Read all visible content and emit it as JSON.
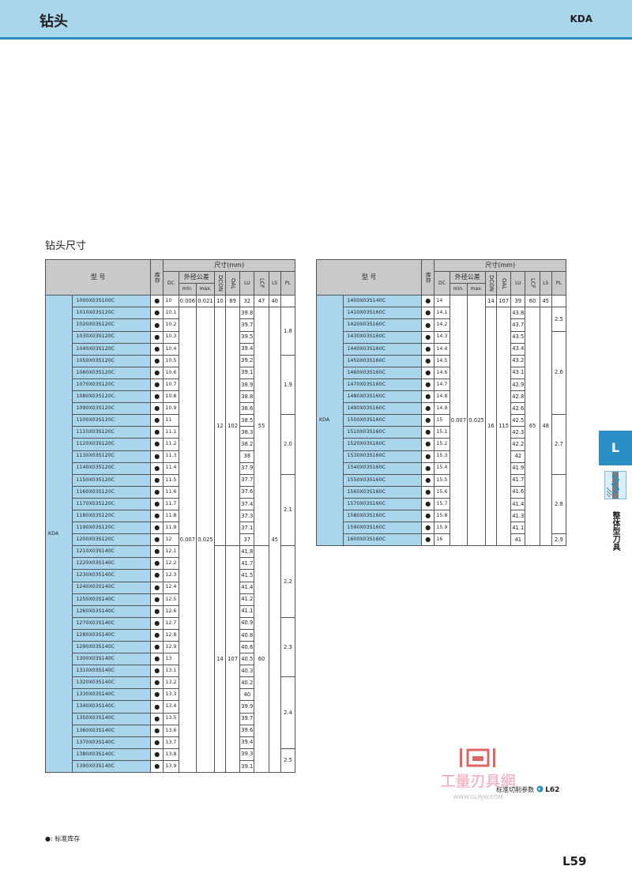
{
  "header": {
    "title": "钻头",
    "code": "KDA"
  },
  "section_title": "钻头尺寸",
  "table_headers": {
    "model": "型 号",
    "stock": "库存",
    "dims": "尺寸(mm)",
    "dc": "DC",
    "tol": "外径公差",
    "min": "min.",
    "max": "max.",
    "dcon": "DCON",
    "oal": "OAL",
    "lu": "LU",
    "lcf": "LCF",
    "ls": "LS",
    "pl": "PL"
  },
  "series": "KDA",
  "stock_mark": "●",
  "left": {
    "models": [
      "1000X03S100C",
      "1010X03S120C",
      "1020X03S120C",
      "1030X03S120C",
      "1040X03S120C",
      "1050X03S120C",
      "1060X03S120C",
      "1070X03S120C",
      "1080X03S120C",
      "1090X03S120C",
      "1100X03S120C",
      "1110X03S120C",
      "1120X03S120C",
      "1130X03S120C",
      "1140X03S120C",
      "1150X03S120C",
      "1160X03S120C",
      "1170X03S120C",
      "1180X03S120C",
      "1190X03S120C",
      "1200X03S120C",
      "1210X03S140C",
      "1220X03S140C",
      "1230X03S140C",
      "1240X03S140C",
      "1250X03S140C",
      "1260X03S140C",
      "1270X03S140C",
      "1280X03S140C",
      "1290X03S140C",
      "1300X03S140C",
      "1310X03S140C",
      "1320X03S140C",
      "1330X03S140C",
      "1340X03S140C",
      "1350X03S140C",
      "1360X03S140C",
      "1370X03S140C",
      "1380X03S140C",
      "1390X03S140C"
    ],
    "dc": [
      "10",
      "10.1",
      "10.2",
      "10.3",
      "10.4",
      "10.5",
      "10.6",
      "10.7",
      "10.8",
      "10.9",
      "11",
      "11.1",
      "11.2",
      "11.3",
      "11.4",
      "11.5",
      "11.6",
      "11.7",
      "11.8",
      "11.9",
      "12",
      "12.1",
      "12.2",
      "12.3",
      "12.4",
      "12.5",
      "12.6",
      "12.7",
      "12.8",
      "12.9",
      "13",
      "13.1",
      "13.2",
      "13.3",
      "13.4",
      "13.5",
      "13.6",
      "13.7",
      "13.8",
      "13.9"
    ],
    "lu": [
      "32",
      "39.8",
      "39.7",
      "39.5",
      "39.4",
      "39.2",
      "39.1",
      "38.9",
      "38.8",
      "38.6",
      "38.5",
      "38.3",
      "38.2",
      "38",
      "37.9",
      "37.7",
      "37.6",
      "37.4",
      "37.3",
      "37.1",
      "37",
      "41.8",
      "41.7",
      "41.5",
      "41.4",
      "41.2",
      "41.1",
      "40.9",
      "40.8",
      "40.6",
      "40.5",
      "40.3",
      "40.2",
      "40",
      "39.9",
      "39.7",
      "39.6",
      "39.4",
      "39.3",
      "39.1"
    ],
    "first": {
      "min": "0.006",
      "max": "0.021",
      "dcon": "10",
      "oal": "89",
      "lcf": "47",
      "ls": "40"
    },
    "tol_min": "0.007",
    "tol_max": "0.025",
    "dcon": [
      "12",
      "14"
    ],
    "oal": [
      "102",
      "107"
    ],
    "lcf": [
      "55",
      "60"
    ],
    "ls": "45",
    "pl": [
      "1.8",
      "1.9",
      "2.0",
      "2.1",
      "2.2",
      "2.3",
      "2.4",
      "2.5"
    ]
  },
  "right": {
    "models": [
      "1400X03S140C",
      "1410X03S160C",
      "1420X03S160C",
      "1430X03S160C",
      "1440X03S160C",
      "1450X03S160C",
      "1460X03S160C",
      "1470X03S160C",
      "1480X03S160C",
      "1490X03S160C",
      "1500X03S160C",
      "1510X03S160C",
      "1520X03S160C",
      "1530X03S160C",
      "1540X03S160C",
      "1550X03S160C",
      "1560X03S160C",
      "1570X03S160C",
      "1580X03S160C",
      "1590X03S160C",
      "1600X03S160C"
    ],
    "dc": [
      "14",
      "14.1",
      "14.2",
      "14.3",
      "14.4",
      "14.5",
      "14.6",
      "14.7",
      "14.8",
      "14.9",
      "15",
      "15.1",
      "15.2",
      "15.3",
      "15.4",
      "15.5",
      "15.6",
      "15.7",
      "15.8",
      "15.9",
      "16"
    ],
    "lu": [
      "39",
      "43.8",
      "43.7",
      "43.5",
      "43.4",
      "43.2",
      "43.1",
      "42.9",
      "42.8",
      "42.6",
      "42.5",
      "42.3",
      "42.2",
      "42",
      "41.9",
      "41.7",
      "41.6",
      "41.4",
      "41.3",
      "41.1",
      "41"
    ],
    "first": {
      "dcon": "14",
      "oal": "107",
      "lcf": "60",
      "ls": "45"
    },
    "tol_min": "0.007",
    "tol_max": "0.025",
    "dcon": "16",
    "oal": "115",
    "lcf": "65",
    "ls": "48",
    "pl": [
      "2.5",
      "2.6",
      "2.7",
      "2.8",
      "2.9"
    ]
  },
  "side": {
    "letter": "L",
    "label": "整体型刀具"
  },
  "watermark": {
    "text": "工量刃具網",
    "url": "WWW.GLRJW.COM"
  },
  "ref": {
    "text": "标准切削参数",
    "page": "L62"
  },
  "footnote": "●: 标准库存",
  "page_number": "L59"
}
